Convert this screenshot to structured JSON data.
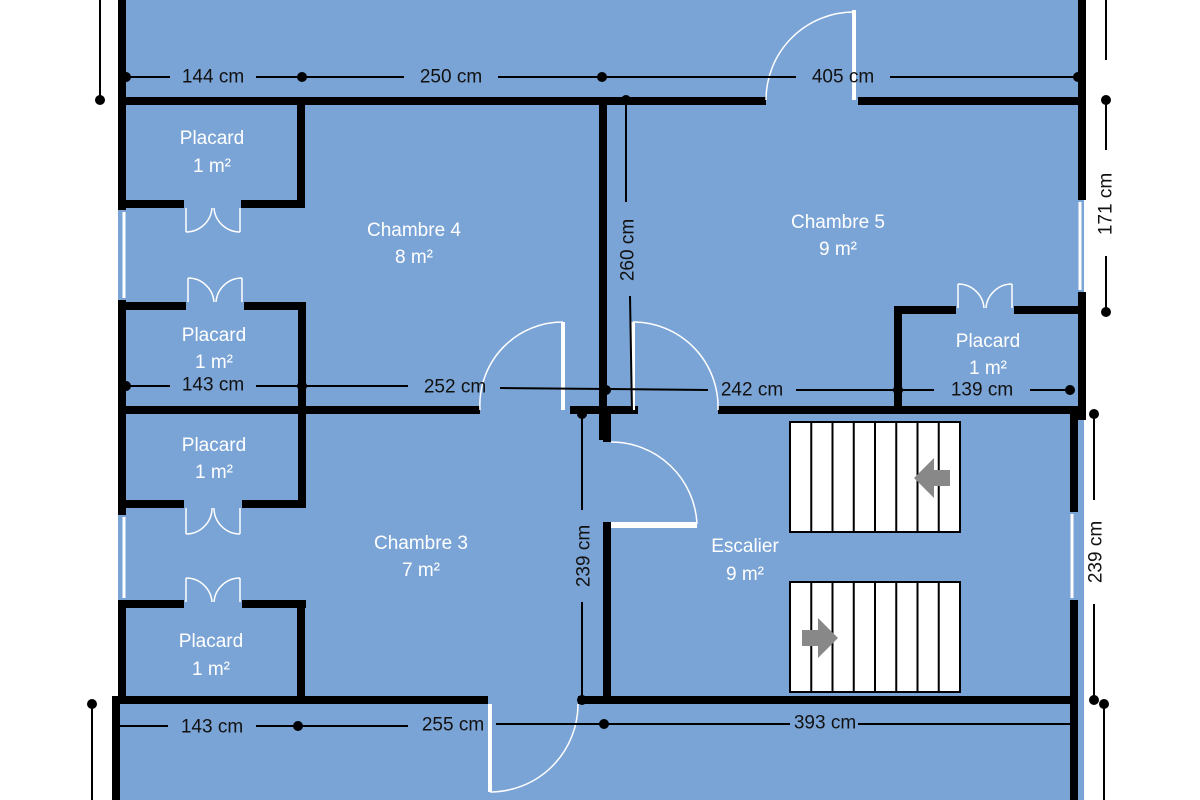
{
  "colors": {
    "floor": "#7ba4d6",
    "wall": "#000000",
    "label": "#ffffff",
    "dimension_text": "#111111",
    "stairs": "#ffffff",
    "arrow": "#888888"
  },
  "rooms": {
    "placard_1": {
      "name": "Placard",
      "area": "1 m²"
    },
    "placard_2": {
      "name": "Placard",
      "area": "1 m²"
    },
    "placard_3": {
      "name": "Placard",
      "area": "1 m²"
    },
    "placard_4": {
      "name": "Placard",
      "area": "1 m²"
    },
    "placard_5": {
      "name": "Placard",
      "area": "1 m²"
    },
    "chambre_4": {
      "name": "Chambre 4",
      "area": "8 m²"
    },
    "chambre_5": {
      "name": "Chambre 5",
      "area": "9 m²"
    },
    "chambre_3": {
      "name": "Chambre 3",
      "area": "7 m²"
    },
    "escalier": {
      "name": "Escalier",
      "area": "9 m²"
    }
  },
  "dimensions": {
    "top_144": "144 cm",
    "top_250": "250 cm",
    "top_405": "405 cm",
    "mid_143": "143 cm",
    "mid_252": "252 cm",
    "mid_242": "242 cm",
    "mid_139": "139 cm",
    "bottom_143": "143 cm",
    "bottom_255": "255 cm",
    "bottom_393": "393 cm",
    "vert_260": "260 cm",
    "vert_171": "171 cm",
    "vert_239_left": "239 cm",
    "vert_239_right": "239 cm"
  },
  "icons": [
    "stair-arrow-left-icon",
    "stair-arrow-right-icon"
  ]
}
